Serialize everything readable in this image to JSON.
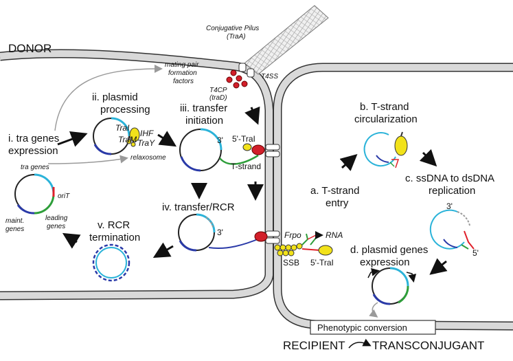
{
  "labels": {
    "donor": "DONOR",
    "pilus_line1": "Conjugative Pilus",
    "pilus_line2": "(TraA)",
    "t4ss": "T4SS",
    "t4cp_line1": "T4CP",
    "t4cp_line2": "(traD)",
    "mpf_line1": "mating pair",
    "mpf_line2": "formation",
    "mpf_line3": "factors",
    "step_i_line1": "i. tra genes",
    "step_i_line2": "expression",
    "step_ii_line1": "ii. plasmid",
    "step_ii_line2": "processing",
    "step_iii_line1": "iii. transfer",
    "step_iii_line2": "initiation",
    "step_iv": "iv. transfer/RCR",
    "step_v_line1": "v. RCR",
    "step_v_line2": "termination",
    "step_a_line1": "a. T-strand",
    "step_a_line2": "entry",
    "step_b_line1": "b. T-strand",
    "step_b_line2": "circularization",
    "step_c_line1": "c. ssDNA to dsDNA",
    "step_c_line2": "replication",
    "step_d_line1": "d. plasmid genes",
    "step_d_line2": "expression",
    "tra_genes": "tra genes",
    "orit": "oriT",
    "maint_line1": "maint.",
    "maint_line2": "genes",
    "leading_line1": "leading",
    "leading_line2": "genes",
    "tral": "TraI",
    "ihf": "IHF",
    "tram": "TraM",
    "tray": "TraY",
    "relaxosome": "relaxosome",
    "three_prime": "3'",
    "five_prime": "5'",
    "five_tral": "5'-TraI",
    "t_strand": "T-strand",
    "frpo": "Frpo",
    "rna": "RNA",
    "ssb": "SSB",
    "phenotypic": "Phenotypic conversion",
    "recipient": "RECIPIENT",
    "transconjugant": "TRANSCONJUGANT"
  },
  "colors": {
    "membrane": "#d9d9d9",
    "membrane_edge": "#333333",
    "cyan": "#2bb3d9",
    "blue": "#2a3aa8",
    "green": "#2e9e3a",
    "red": "#e0202a",
    "yellow": "#f2e21a",
    "gray_arrow": "#9a9a9a"
  }
}
